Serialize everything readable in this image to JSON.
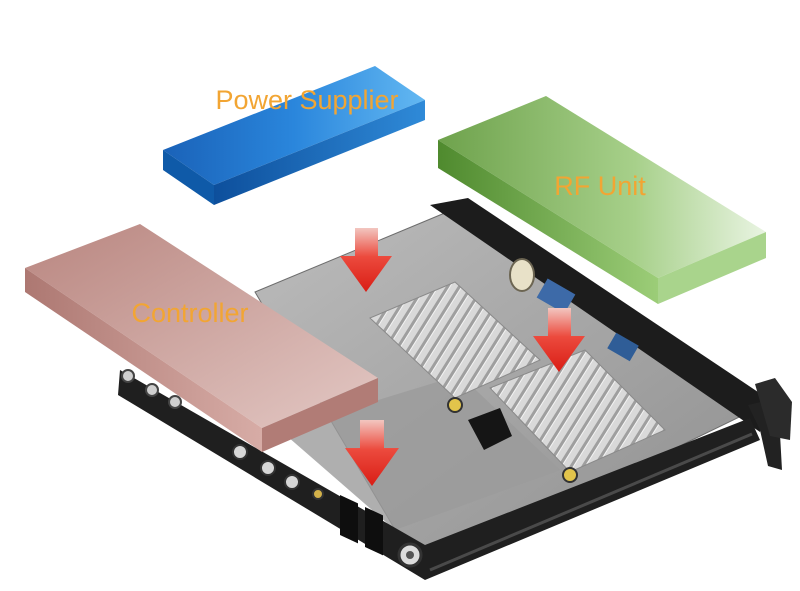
{
  "modules": {
    "power_supplier": {
      "label": "Power Supplier",
      "color": "#1f72c4"
    },
    "rf_unit": {
      "label": "RF Unit",
      "color": "#82b85f"
    },
    "controller": {
      "label": "Controller",
      "color": "#c99690"
    }
  },
  "label_color": "#f2a533",
  "arrow_color": "#e8261e",
  "chassis_color": "#1c1c1c"
}
